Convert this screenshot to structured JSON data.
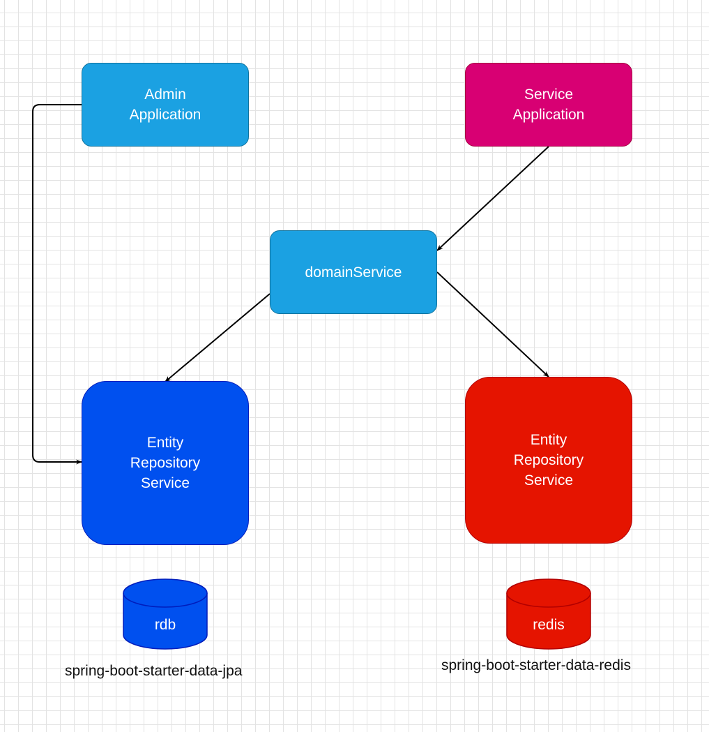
{
  "colors": {
    "app_blue": "#1ba1e2",
    "app_blue_border": "#10739e",
    "service_magenta": "#d80073",
    "service_magenta_border": "#a50040",
    "rdb_blue": "#0050ef",
    "rdb_blue_border": "#001dbc",
    "redis_red": "#e51400",
    "redis_red_border": "#b20000",
    "edge": "#000000"
  },
  "nodes": {
    "admin_app": {
      "label": "Admin\nApplication"
    },
    "service_app": {
      "label": "Service\nApplication"
    },
    "domain_service": {
      "label": "domainService"
    },
    "jpa_repo": {
      "label": "Entity\nRepository\nService"
    },
    "redis_repo": {
      "label": "Entity\nRepository\nService"
    },
    "rdb": {
      "label": "rdb"
    },
    "redis": {
      "label": "redis"
    }
  },
  "captions": {
    "jpa": "spring-boot-starter-data-jpa",
    "redis": "spring-boot-starter-data-redis"
  },
  "edges": [
    {
      "from": "admin_app",
      "to": "jpa_repo",
      "style": "orthogonal"
    },
    {
      "from": "service_app",
      "to": "domain_service",
      "style": "straight"
    },
    {
      "from": "domain_service",
      "to": "jpa_repo",
      "style": "straight"
    },
    {
      "from": "domain_service",
      "to": "redis_repo",
      "style": "straight"
    }
  ]
}
